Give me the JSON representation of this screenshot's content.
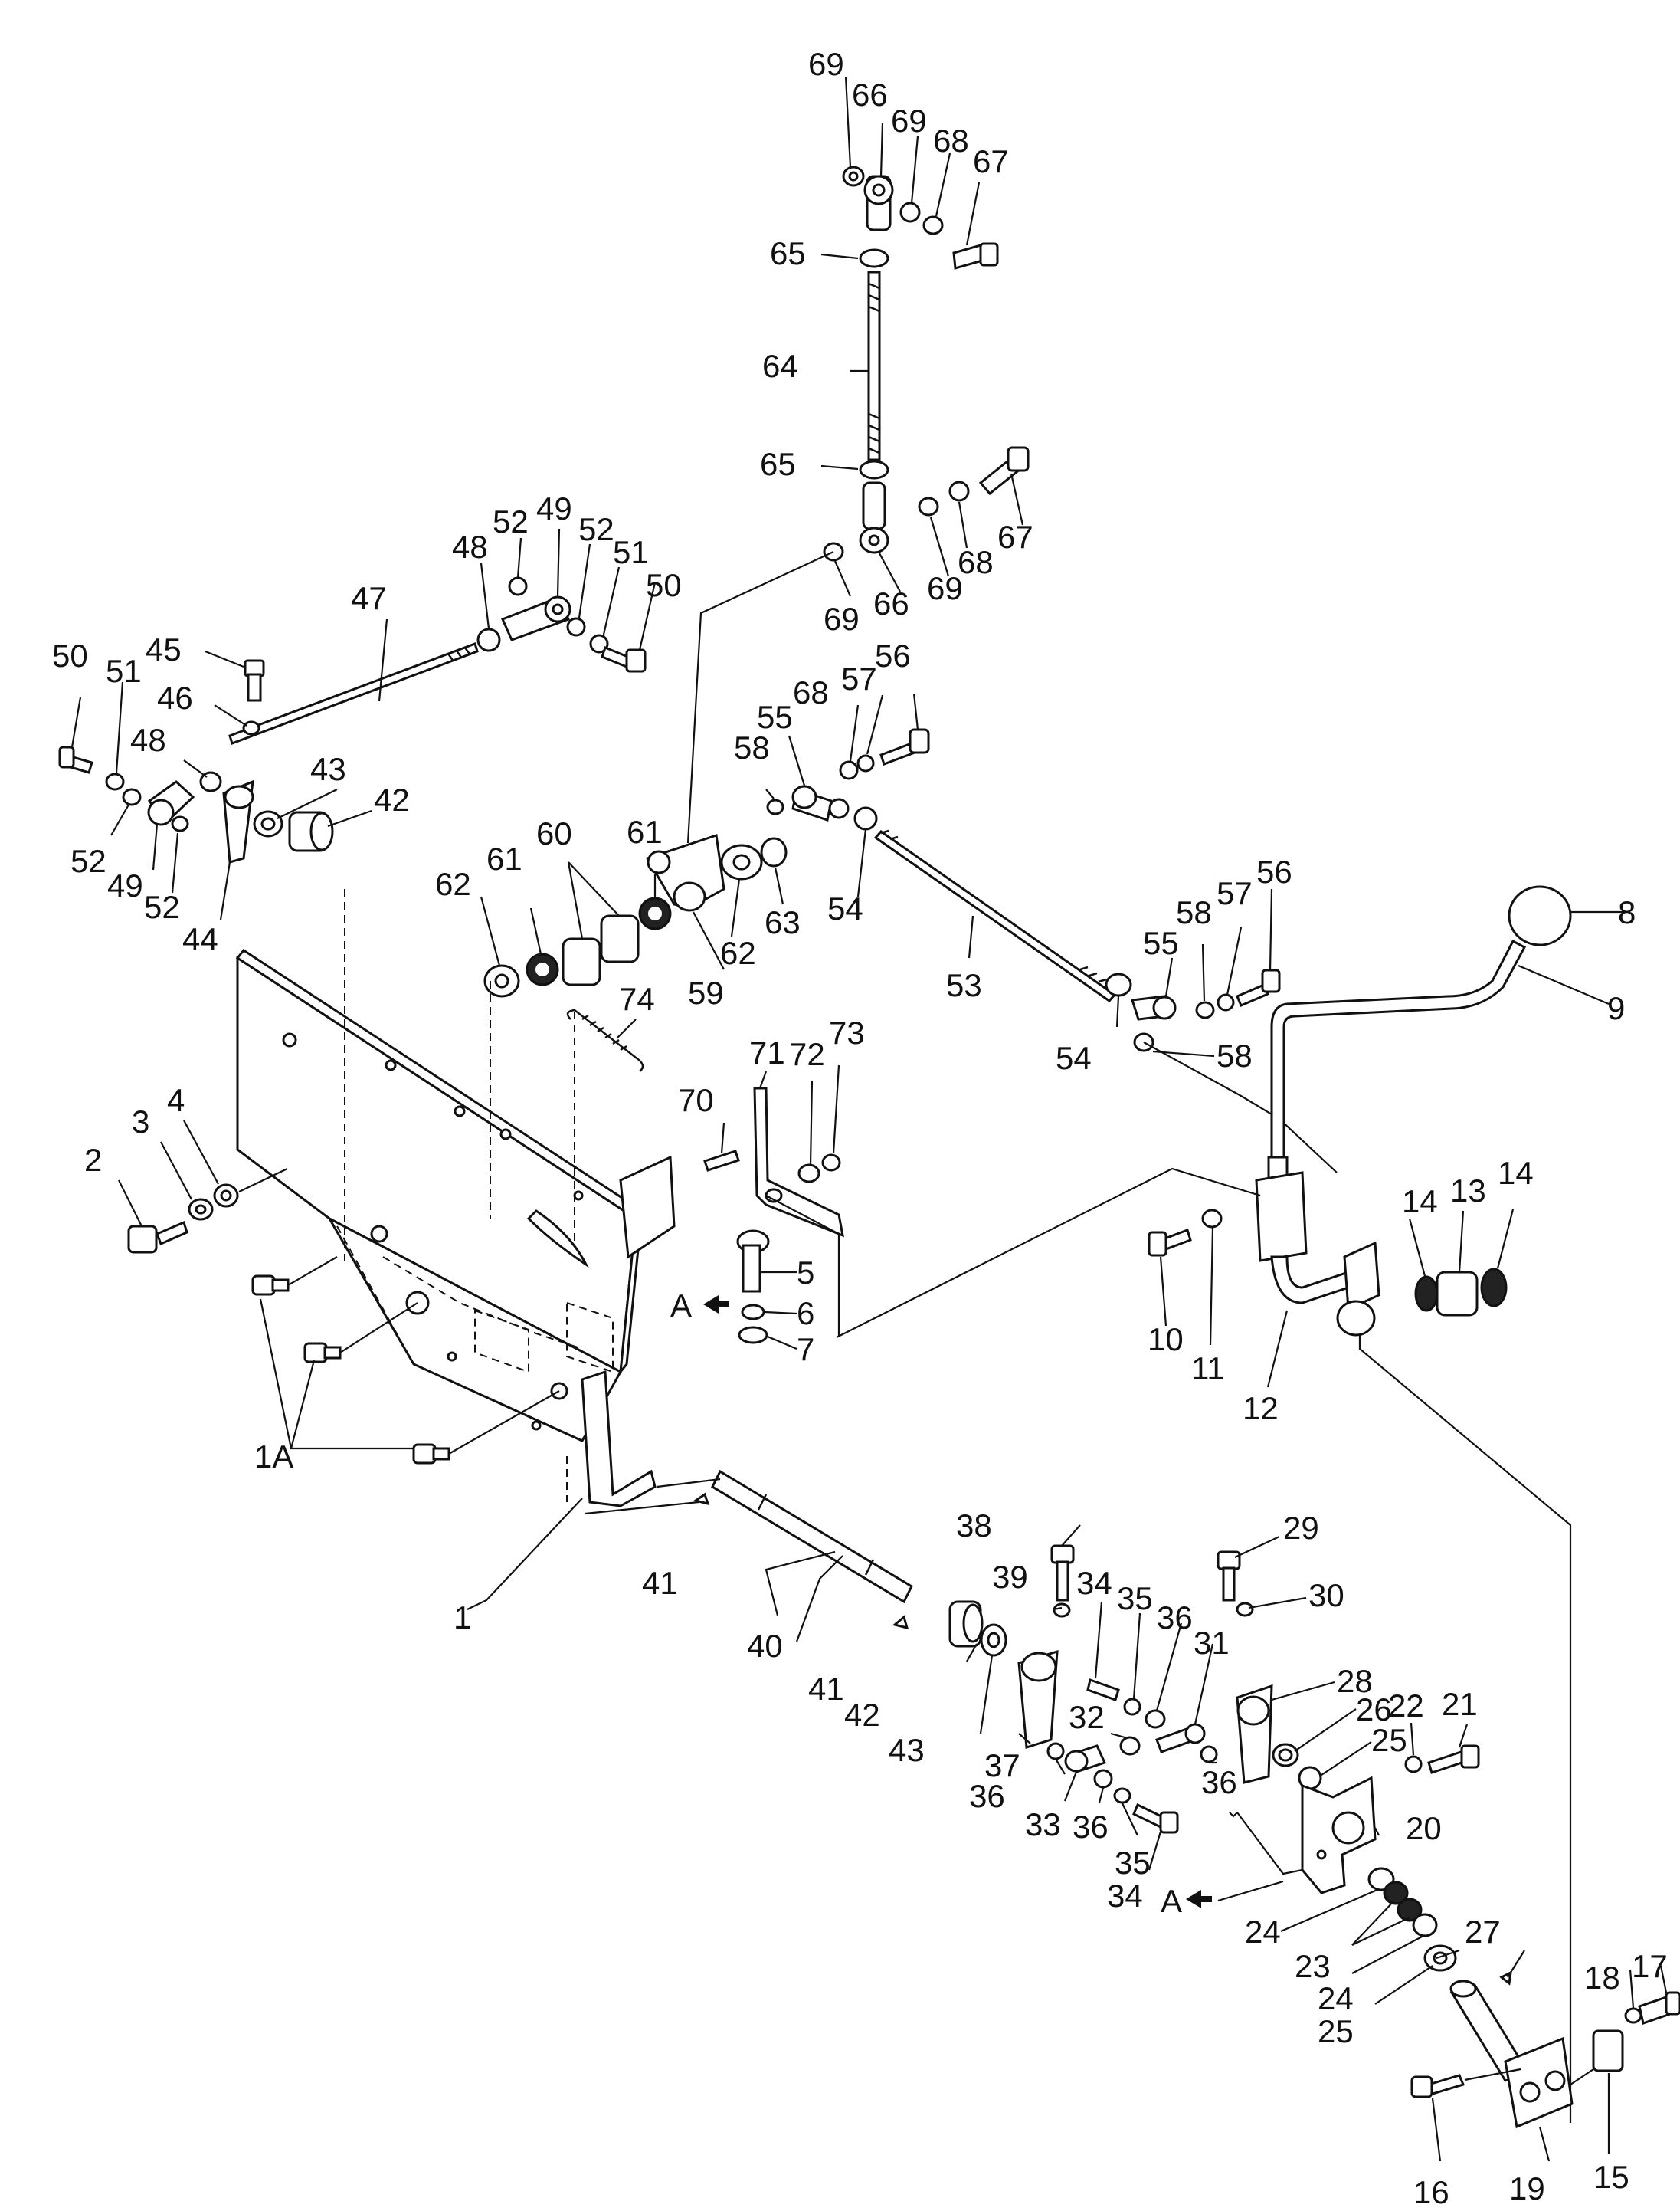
{
  "diagram": {
    "labels": [
      {
        "id": "l69a",
        "text": "69"
      },
      {
        "id": "l66a",
        "text": "66"
      },
      {
        "id": "l69b",
        "text": "69"
      },
      {
        "id": "l68a",
        "text": "68"
      },
      {
        "id": "l67a",
        "text": "67"
      },
      {
        "id": "l65a",
        "text": "65"
      },
      {
        "id": "l64",
        "text": "64"
      },
      {
        "id": "l65b",
        "text": "65"
      },
      {
        "id": "l67b",
        "text": "67"
      },
      {
        "id": "l68b",
        "text": "68"
      },
      {
        "id": "l69c",
        "text": "69"
      },
      {
        "id": "l66b",
        "text": "66"
      },
      {
        "id": "l69d",
        "text": "69"
      },
      {
        "id": "l52a",
        "text": "52"
      },
      {
        "id": "l49a",
        "text": "49"
      },
      {
        "id": "l52b",
        "text": "52"
      },
      {
        "id": "l51a",
        "text": "51"
      },
      {
        "id": "l50a",
        "text": "50"
      },
      {
        "id": "l48a",
        "text": "48"
      },
      {
        "id": "l47",
        "text": "47"
      },
      {
        "id": "l50b",
        "text": "50"
      },
      {
        "id": "l45",
        "text": "45"
      },
      {
        "id": "l51b",
        "text": "51"
      },
      {
        "id": "l46",
        "text": "46"
      },
      {
        "id": "l48b",
        "text": "48"
      },
      {
        "id": "l43a",
        "text": "43"
      },
      {
        "id": "l42a",
        "text": "42"
      },
      {
        "id": "l52c",
        "text": "52"
      },
      {
        "id": "l49b",
        "text": "49"
      },
      {
        "id": "l52d",
        "text": "52"
      },
      {
        "id": "l44",
        "text": "44"
      },
      {
        "id": "l56a",
        "text": "56"
      },
      {
        "id": "l68c",
        "text": "68"
      },
      {
        "id": "l57a",
        "text": "57"
      },
      {
        "id": "l55a",
        "text": "55"
      },
      {
        "id": "l58a",
        "text": "58"
      },
      {
        "id": "l61a",
        "text": "61"
      },
      {
        "id": "l60",
        "text": "60"
      },
      {
        "id": "l61b",
        "text": "61"
      },
      {
        "id": "l62a",
        "text": "62"
      },
      {
        "id": "l63",
        "text": "63"
      },
      {
        "id": "l54a",
        "text": "54"
      },
      {
        "id": "l62b",
        "text": "62"
      },
      {
        "id": "l59",
        "text": "59"
      },
      {
        "id": "l53",
        "text": "53"
      },
      {
        "id": "l56b",
        "text": "56"
      },
      {
        "id": "l57b",
        "text": "57"
      },
      {
        "id": "l58b",
        "text": "58"
      },
      {
        "id": "l55b",
        "text": "55"
      },
      {
        "id": "l8",
        "text": "8"
      },
      {
        "id": "l9",
        "text": "9"
      },
      {
        "id": "l54b",
        "text": "54"
      },
      {
        "id": "l58c",
        "text": "58"
      },
      {
        "id": "l74",
        "text": "74"
      },
      {
        "id": "l73",
        "text": "73"
      },
      {
        "id": "l71",
        "text": "71"
      },
      {
        "id": "l72",
        "text": "72"
      },
      {
        "id": "l70",
        "text": "70"
      },
      {
        "id": "l2",
        "text": "2"
      },
      {
        "id": "l3",
        "text": "3"
      },
      {
        "id": "l4",
        "text": "4"
      },
      {
        "id": "l5",
        "text": "5"
      },
      {
        "id": "l6",
        "text": "6"
      },
      {
        "id": "l7",
        "text": "7"
      },
      {
        "id": "lA1",
        "text": "A"
      },
      {
        "id": "l1A",
        "text": "1A"
      },
      {
        "id": "l1",
        "text": "1"
      },
      {
        "id": "l14a",
        "text": "14"
      },
      {
        "id": "l13",
        "text": "13"
      },
      {
        "id": "l14b",
        "text": "14"
      },
      {
        "id": "l10",
        "text": "10"
      },
      {
        "id": "l11",
        "text": "11"
      },
      {
        "id": "l12",
        "text": "12"
      },
      {
        "id": "l38",
        "text": "38"
      },
      {
        "id": "l29",
        "text": "29"
      },
      {
        "id": "l39",
        "text": "39"
      },
      {
        "id": "l30",
        "text": "30"
      },
      {
        "id": "l34a",
        "text": "34"
      },
      {
        "id": "l35a",
        "text": "35"
      },
      {
        "id": "l36a",
        "text": "36"
      },
      {
        "id": "l31",
        "text": "31"
      },
      {
        "id": "l41a",
        "text": "41"
      },
      {
        "id": "l40",
        "text": "40"
      },
      {
        "id": "l28",
        "text": "28"
      },
      {
        "id": "l26",
        "text": "26"
      },
      {
        "id": "l22",
        "text": "22"
      },
      {
        "id": "l21",
        "text": "21"
      },
      {
        "id": "l32",
        "text": "32"
      },
      {
        "id": "l25a",
        "text": "25"
      },
      {
        "id": "l41b",
        "text": "41"
      },
      {
        "id": "l42b",
        "text": "42"
      },
      {
        "id": "l43b",
        "text": "43"
      },
      {
        "id": "l37",
        "text": "37"
      },
      {
        "id": "l36b",
        "text": "36"
      },
      {
        "id": "l33",
        "text": "33"
      },
      {
        "id": "l36c",
        "text": "36"
      },
      {
        "id": "l36d",
        "text": "36"
      },
      {
        "id": "l20",
        "text": "20"
      },
      {
        "id": "l35b",
        "text": "35"
      },
      {
        "id": "l34b",
        "text": "34"
      },
      {
        "id": "lA2",
        "text": "A"
      },
      {
        "id": "l24a",
        "text": "24"
      },
      {
        "id": "l27",
        "text": "27"
      },
      {
        "id": "l23",
        "text": "23"
      },
      {
        "id": "l24b",
        "text": "24"
      },
      {
        "id": "l25b",
        "text": "25"
      },
      {
        "id": "l18",
        "text": "18"
      },
      {
        "id": "l17",
        "text": "17"
      },
      {
        "id": "l15",
        "text": "15"
      },
      {
        "id": "l16",
        "text": "16"
      },
      {
        "id": "l19",
        "text": "19"
      }
    ]
  }
}
